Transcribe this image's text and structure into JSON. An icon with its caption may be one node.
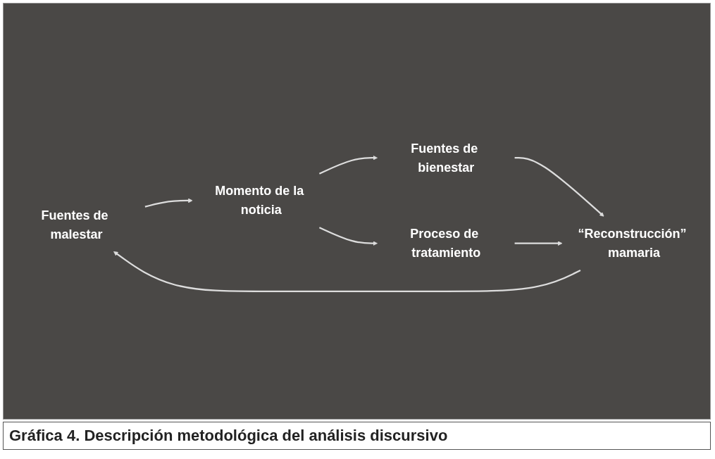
{
  "diagram": {
    "caption": "Gráfica 4. Descripción metodológica del análisis discursivo",
    "nodes": [
      {
        "text": [
          "Fuentes de malestar"
        ]
      },
      {
        "text": [
          "Momento de la noticia"
        ]
      },
      {
        "text": [
          "Proceso de tratamiento"
        ]
      },
      {
        "text": [
          "“Reconstrucción” mamaria"
        ]
      },
      {
        "text": [
          "Fuentes de bienestar"
        ]
      }
    ],
    "edges": [
      {
        "from": 0,
        "to": 1,
        "arrow": "to"
      },
      {
        "from": 1,
        "to": 4,
        "arrow": "to"
      },
      {
        "from": 4,
        "to": 3,
        "arrow": "to"
      },
      {
        "from": 3,
        "to": 0,
        "arrow": "to"
      },
      {
        "from": 1,
        "to": 2,
        "arrow": "to"
      },
      {
        "from": 2,
        "to": 3,
        "arrow": "to"
      }
    ]
  }
}
